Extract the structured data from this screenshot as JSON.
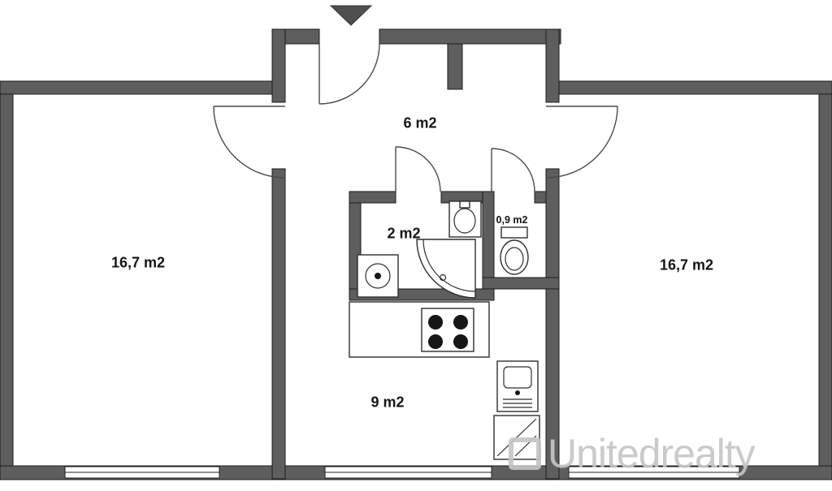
{
  "plan": {
    "rooms": [
      {
        "id": "room-left",
        "label": "16,7 m2"
      },
      {
        "id": "hallway",
        "label": "6 m2"
      },
      {
        "id": "bathroom",
        "label": "2 m2"
      },
      {
        "id": "wc",
        "label": "0,9 m2"
      },
      {
        "id": "kitchen",
        "label": "9 m2"
      },
      {
        "id": "room-right",
        "label": "16,7 m2"
      }
    ],
    "watermark": {
      "text": "Unitedrealty"
    },
    "colors": {
      "wall": "#5e5e5e",
      "wall_outline": "#1c1c1c",
      "fixture_outline": "#2e2e2e",
      "watermark": "#c6c6c6",
      "entrance_arrow": "#4f4f4f",
      "background": "#ffffff"
    }
  }
}
